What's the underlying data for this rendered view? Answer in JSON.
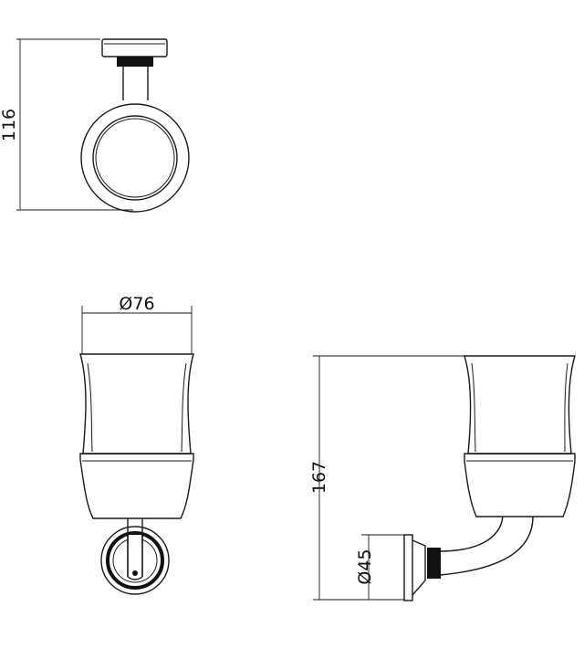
{
  "dimensions": {
    "top_view_height": "116",
    "front_view_diameter": "Ø76",
    "side_view_height": "167",
    "side_view_base_diameter": "Ø45"
  },
  "colors": {
    "line": "#1a1a1a",
    "dark_band": "#111111",
    "background": "#ffffff"
  }
}
